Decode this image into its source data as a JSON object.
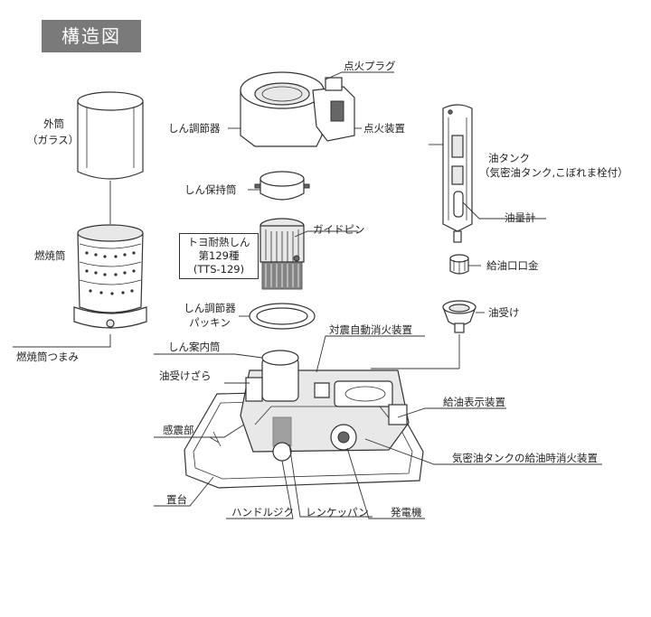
{
  "title": "構造図",
  "labels": {
    "outer_tube": "外筒",
    "outer_tube_sub": "（ガラス）",
    "combustion_tube": "燃焼筒",
    "combustion_knob": "燃焼筒つまみ",
    "ignition_plug": "点火プラグ",
    "wick_adjuster": "しん調節器",
    "ignition_device": "点火装置",
    "wick_holder": "しん保持筒",
    "toyo_wick_l1": "トヨ耐熱しん",
    "toyo_wick_l2": "第129種",
    "toyo_wick_l3": "(TTS-129)",
    "guide_pin": "ガイドピン",
    "wick_packing_l1": "しん調節器",
    "wick_packing_l2": "パッキン",
    "oil_tank": "油タンク",
    "oil_tank_sub": "（気密油タンク,こぼれま栓付）",
    "oil_gauge": "油量計",
    "fill_cap": "給油口口金",
    "oil_receiver": "油受け",
    "quake_extinguisher": "対震自動消火装置",
    "wick_guide_tube": "しん案内筒",
    "oil_tray": "油受けざら",
    "quake_sensor": "感震部",
    "fill_indicator": "給油表示装置",
    "airtight_extinguisher": "気密油タンクの給油時消火装置",
    "base": "置台",
    "handle_jig": "ハンドルジク",
    "rack_pinion": "レンケッパン",
    "generator": "発電機"
  }
}
